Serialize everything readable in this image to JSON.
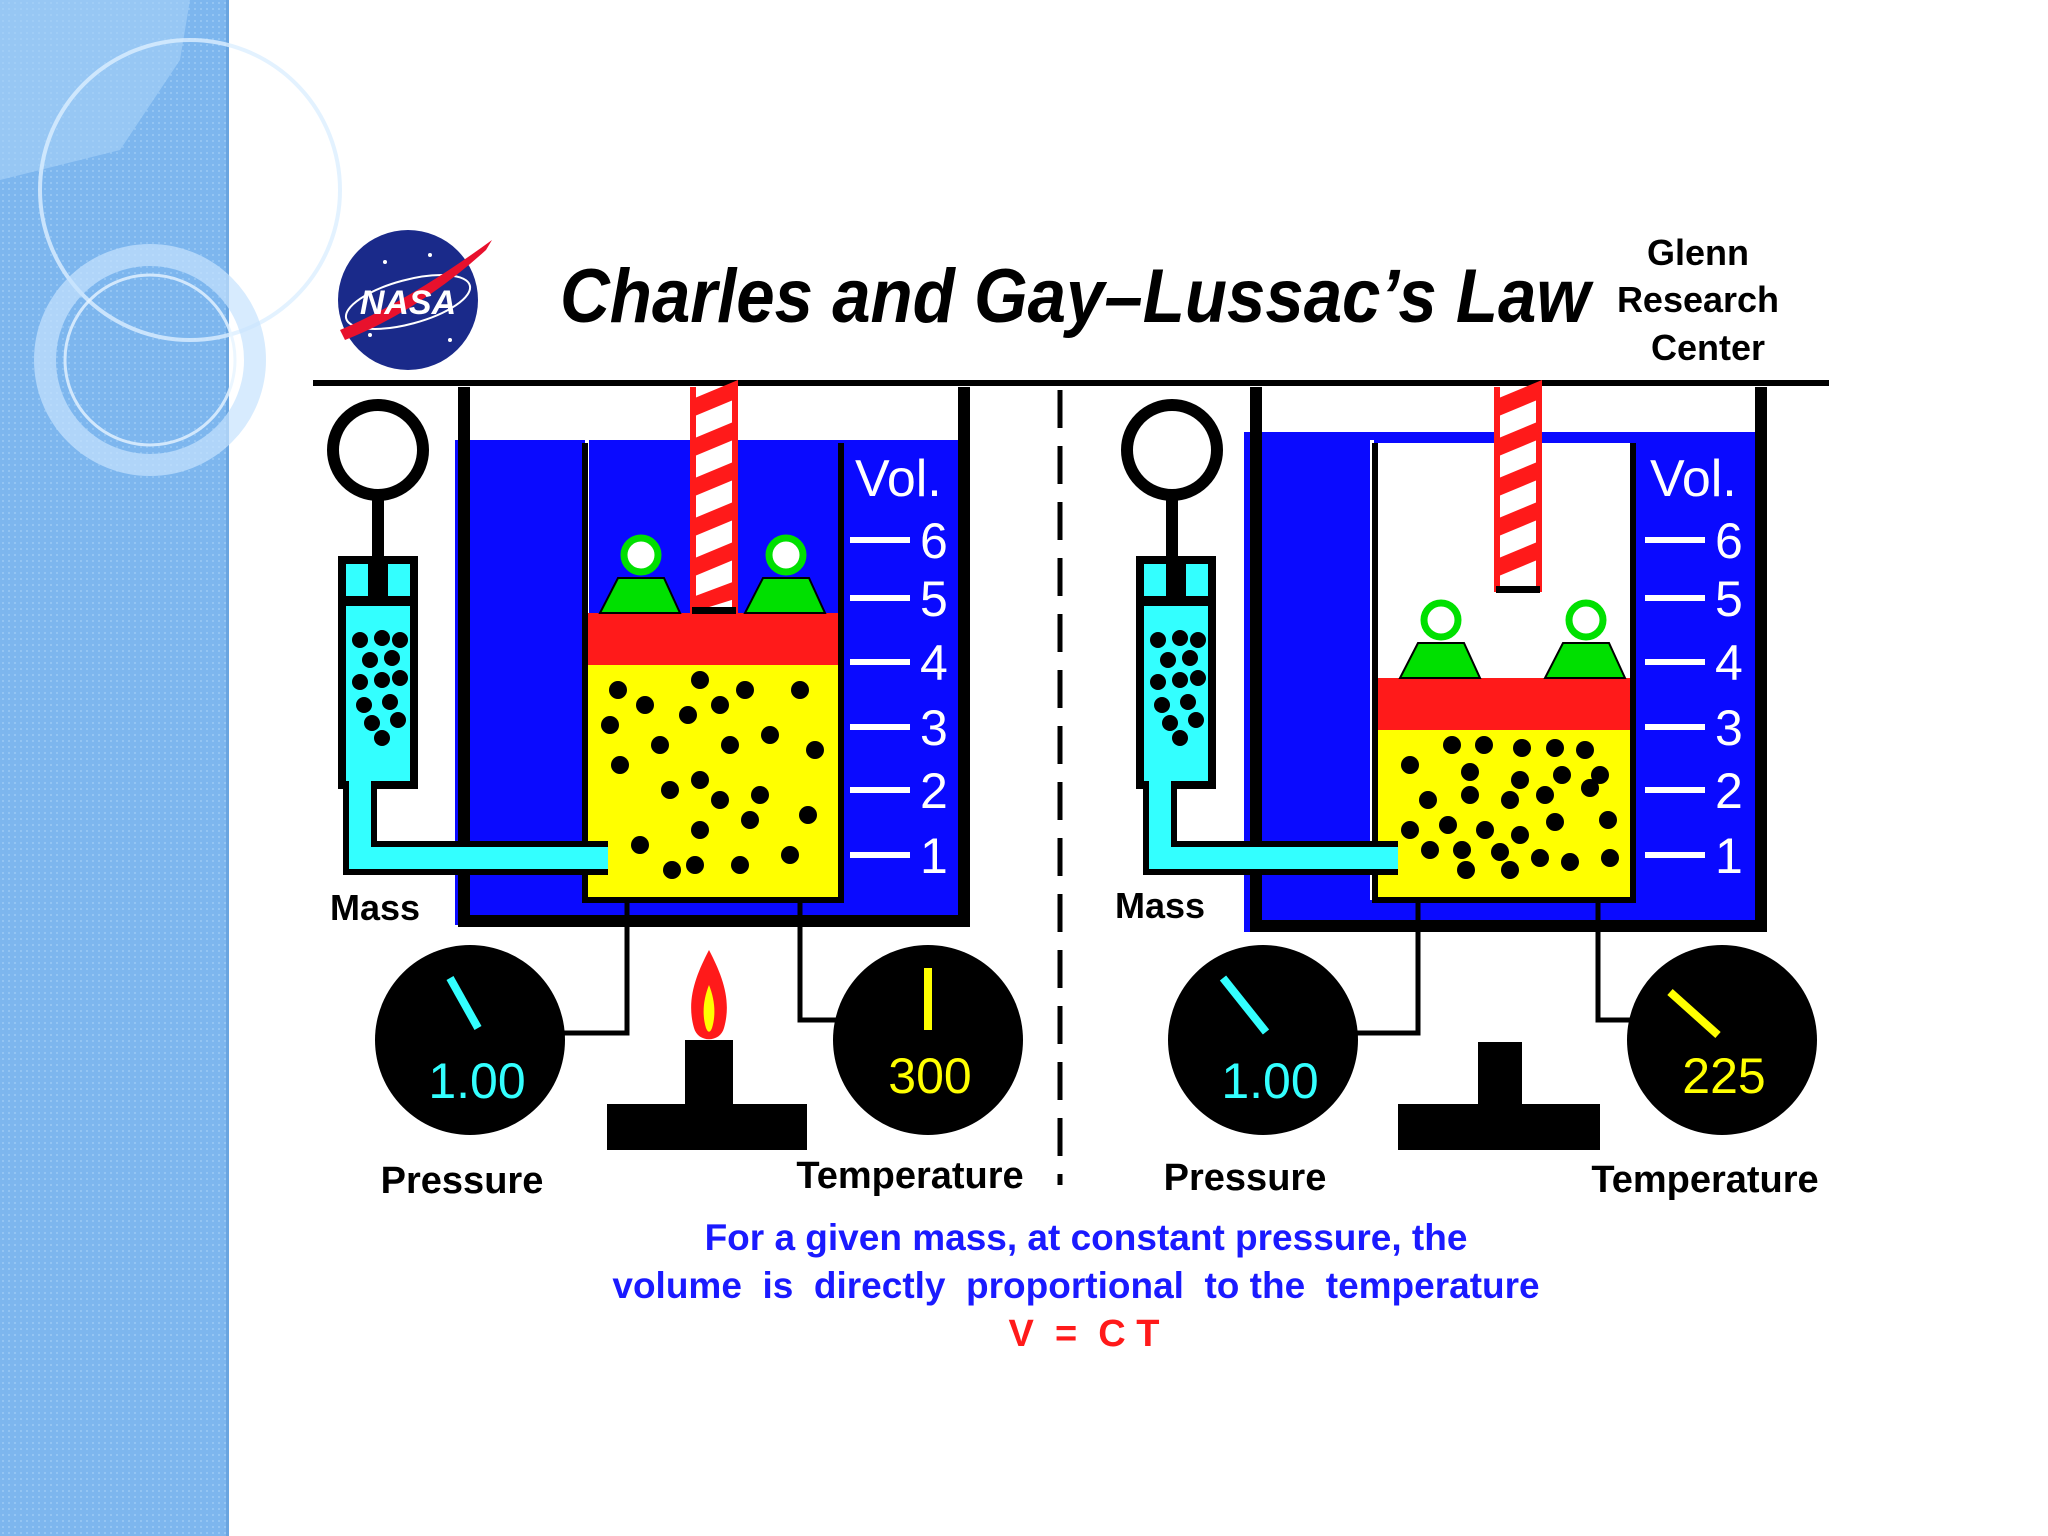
{
  "header": {
    "title": "Charles and Gay–Lussac’s Law",
    "logo_text": "NASA",
    "center_line1": "Glenn",
    "center_line2": "Research",
    "center_line3": "Center"
  },
  "left_panel": {
    "mass_label": "Mass",
    "vol_label": "Vol.",
    "scale": [
      "1",
      "2",
      "3",
      "4",
      "5",
      "6"
    ],
    "pressure_label": "Pressure",
    "pressure_value": "1.00",
    "temperature_label": "Temperature",
    "temperature_value": "300",
    "burner_lit": true
  },
  "right_panel": {
    "mass_label": "Mass",
    "vol_label": "Vol.",
    "scale": [
      "1",
      "2",
      "3",
      "4",
      "5",
      "6"
    ],
    "pressure_label": "Pressure",
    "pressure_value": "1.00",
    "temperature_label": "Temperature",
    "temperature_value": "225",
    "burner_lit": false
  },
  "caption": {
    "line1": "For a given mass, at constant pressure, the",
    "line2": "volume  is  directly  proportional  to the  temperature",
    "formula": "V  =  C T"
  },
  "colors": {
    "sidebar": "#7fb8ee",
    "water": "#0a0aff",
    "gas": "#ffff00",
    "piston": "#ff1a1a",
    "weight": "#00e000",
    "syringe": "#33ffff",
    "pressure_value": "#33ffff",
    "temperature_value": "#ffff00",
    "caption": "#1a1aff",
    "formula": "#ff1a1a"
  }
}
